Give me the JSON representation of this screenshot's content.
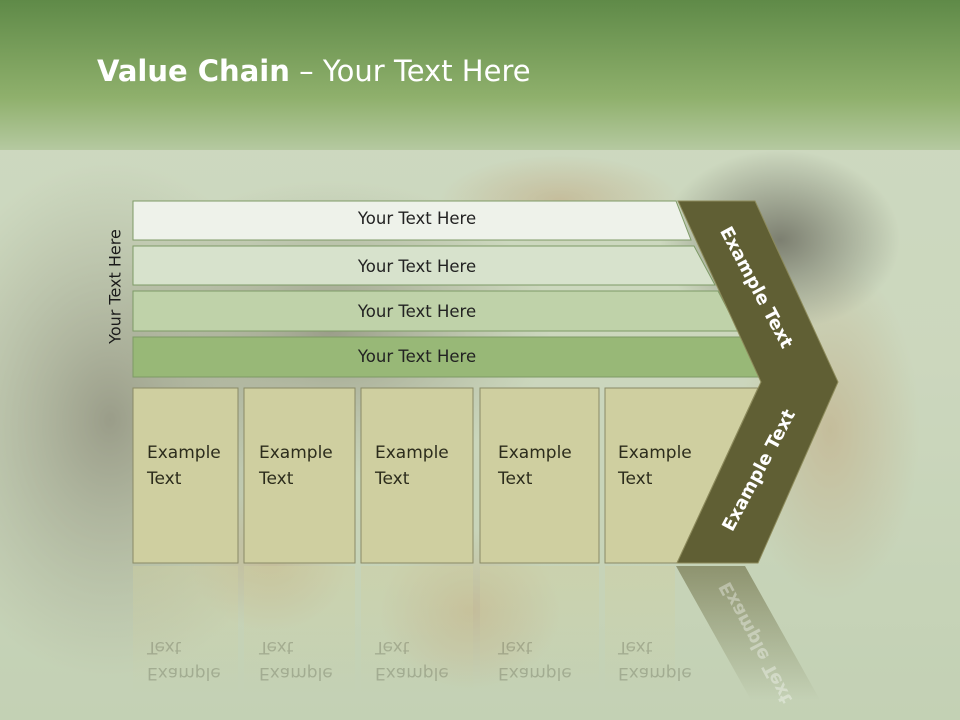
{
  "title": {
    "bold": "Value Chain",
    "dash": "–",
    "rest": "Your Text Here"
  },
  "side_label": "Your Text Here",
  "bars": [
    {
      "label": "Your Text Here",
      "color": "#eef2ea"
    },
    {
      "label": "Your Text Here",
      "color": "#d7e2cc"
    },
    {
      "label": "Your Text Here",
      "color": "#bfd2a9"
    },
    {
      "label": "Your Text Here",
      "color": "#98b877"
    }
  ],
  "columns": [
    {
      "line1": "Example",
      "line2": "Text"
    },
    {
      "line1": "Example",
      "line2": "Text"
    },
    {
      "line1": "Example",
      "line2": "Text"
    },
    {
      "line1": "Example",
      "line2": "Text"
    },
    {
      "line1": "Example",
      "line2": "Text"
    }
  ],
  "arrow_labels": {
    "upper": "Example Text",
    "lower": "Example Text"
  },
  "colors": {
    "header_green": "#6e9a52",
    "arrow_olive": "#605f34",
    "column_fill": "#cfcfa0"
  }
}
